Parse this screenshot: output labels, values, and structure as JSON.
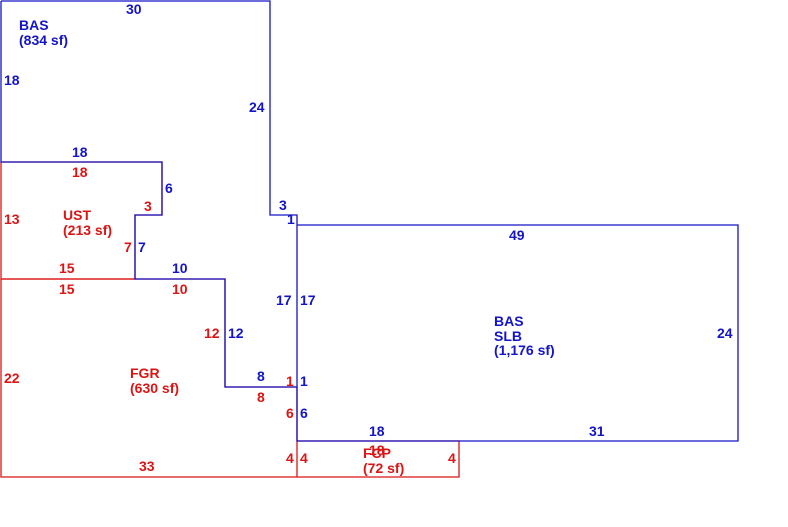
{
  "colors": {
    "main": "#1414c8",
    "garage": "#dc1414",
    "background": "#ffffff"
  },
  "areas": {
    "bas_upper": {
      "name": "BAS",
      "area": "(834 sf)"
    },
    "ust": {
      "name": "UST",
      "area": "(213 sf)"
    },
    "fgr": {
      "name": "FGR",
      "area": "(630 sf)"
    },
    "bas_right": {
      "name": "BAS",
      "sub": "SLB",
      "area": "(1,176 sf)"
    },
    "fcp": {
      "name": "FCP",
      "area": "(72 sf)"
    }
  },
  "dims": {
    "bas_top": "30",
    "bas_left": "18",
    "bas_right": "24",
    "bas_step": "18",
    "notch_v": "6",
    "notch_h": "3",
    "jog": "1",
    "jog_top": "1",
    "step_v": "7",
    "step_h": "10",
    "right_top": "49",
    "right_side": "24",
    "right_bottom": "31",
    "right_left": "17",
    "lower_h": "8",
    "lower_j": "1",
    "lower_v": "6",
    "lower_b": "18",
    "ust_top": "18",
    "ust_left": "13",
    "ust_notch": "3",
    "ust_v": "7",
    "ust_bottom": "15",
    "fgr_top": "15",
    "fgr_top2": "10",
    "fgr_left": "22",
    "fgr_bottom": "33",
    "fgr_v": "12",
    "fgr_h": "8",
    "fgr_j": "1",
    "fgr_v2": "6",
    "fgr_v3": "4",
    "fgr_v4": "17",
    "fgr_h2": "12",
    "fcp_left": "4",
    "fcp_right": "4",
    "fcp_top": "18"
  }
}
